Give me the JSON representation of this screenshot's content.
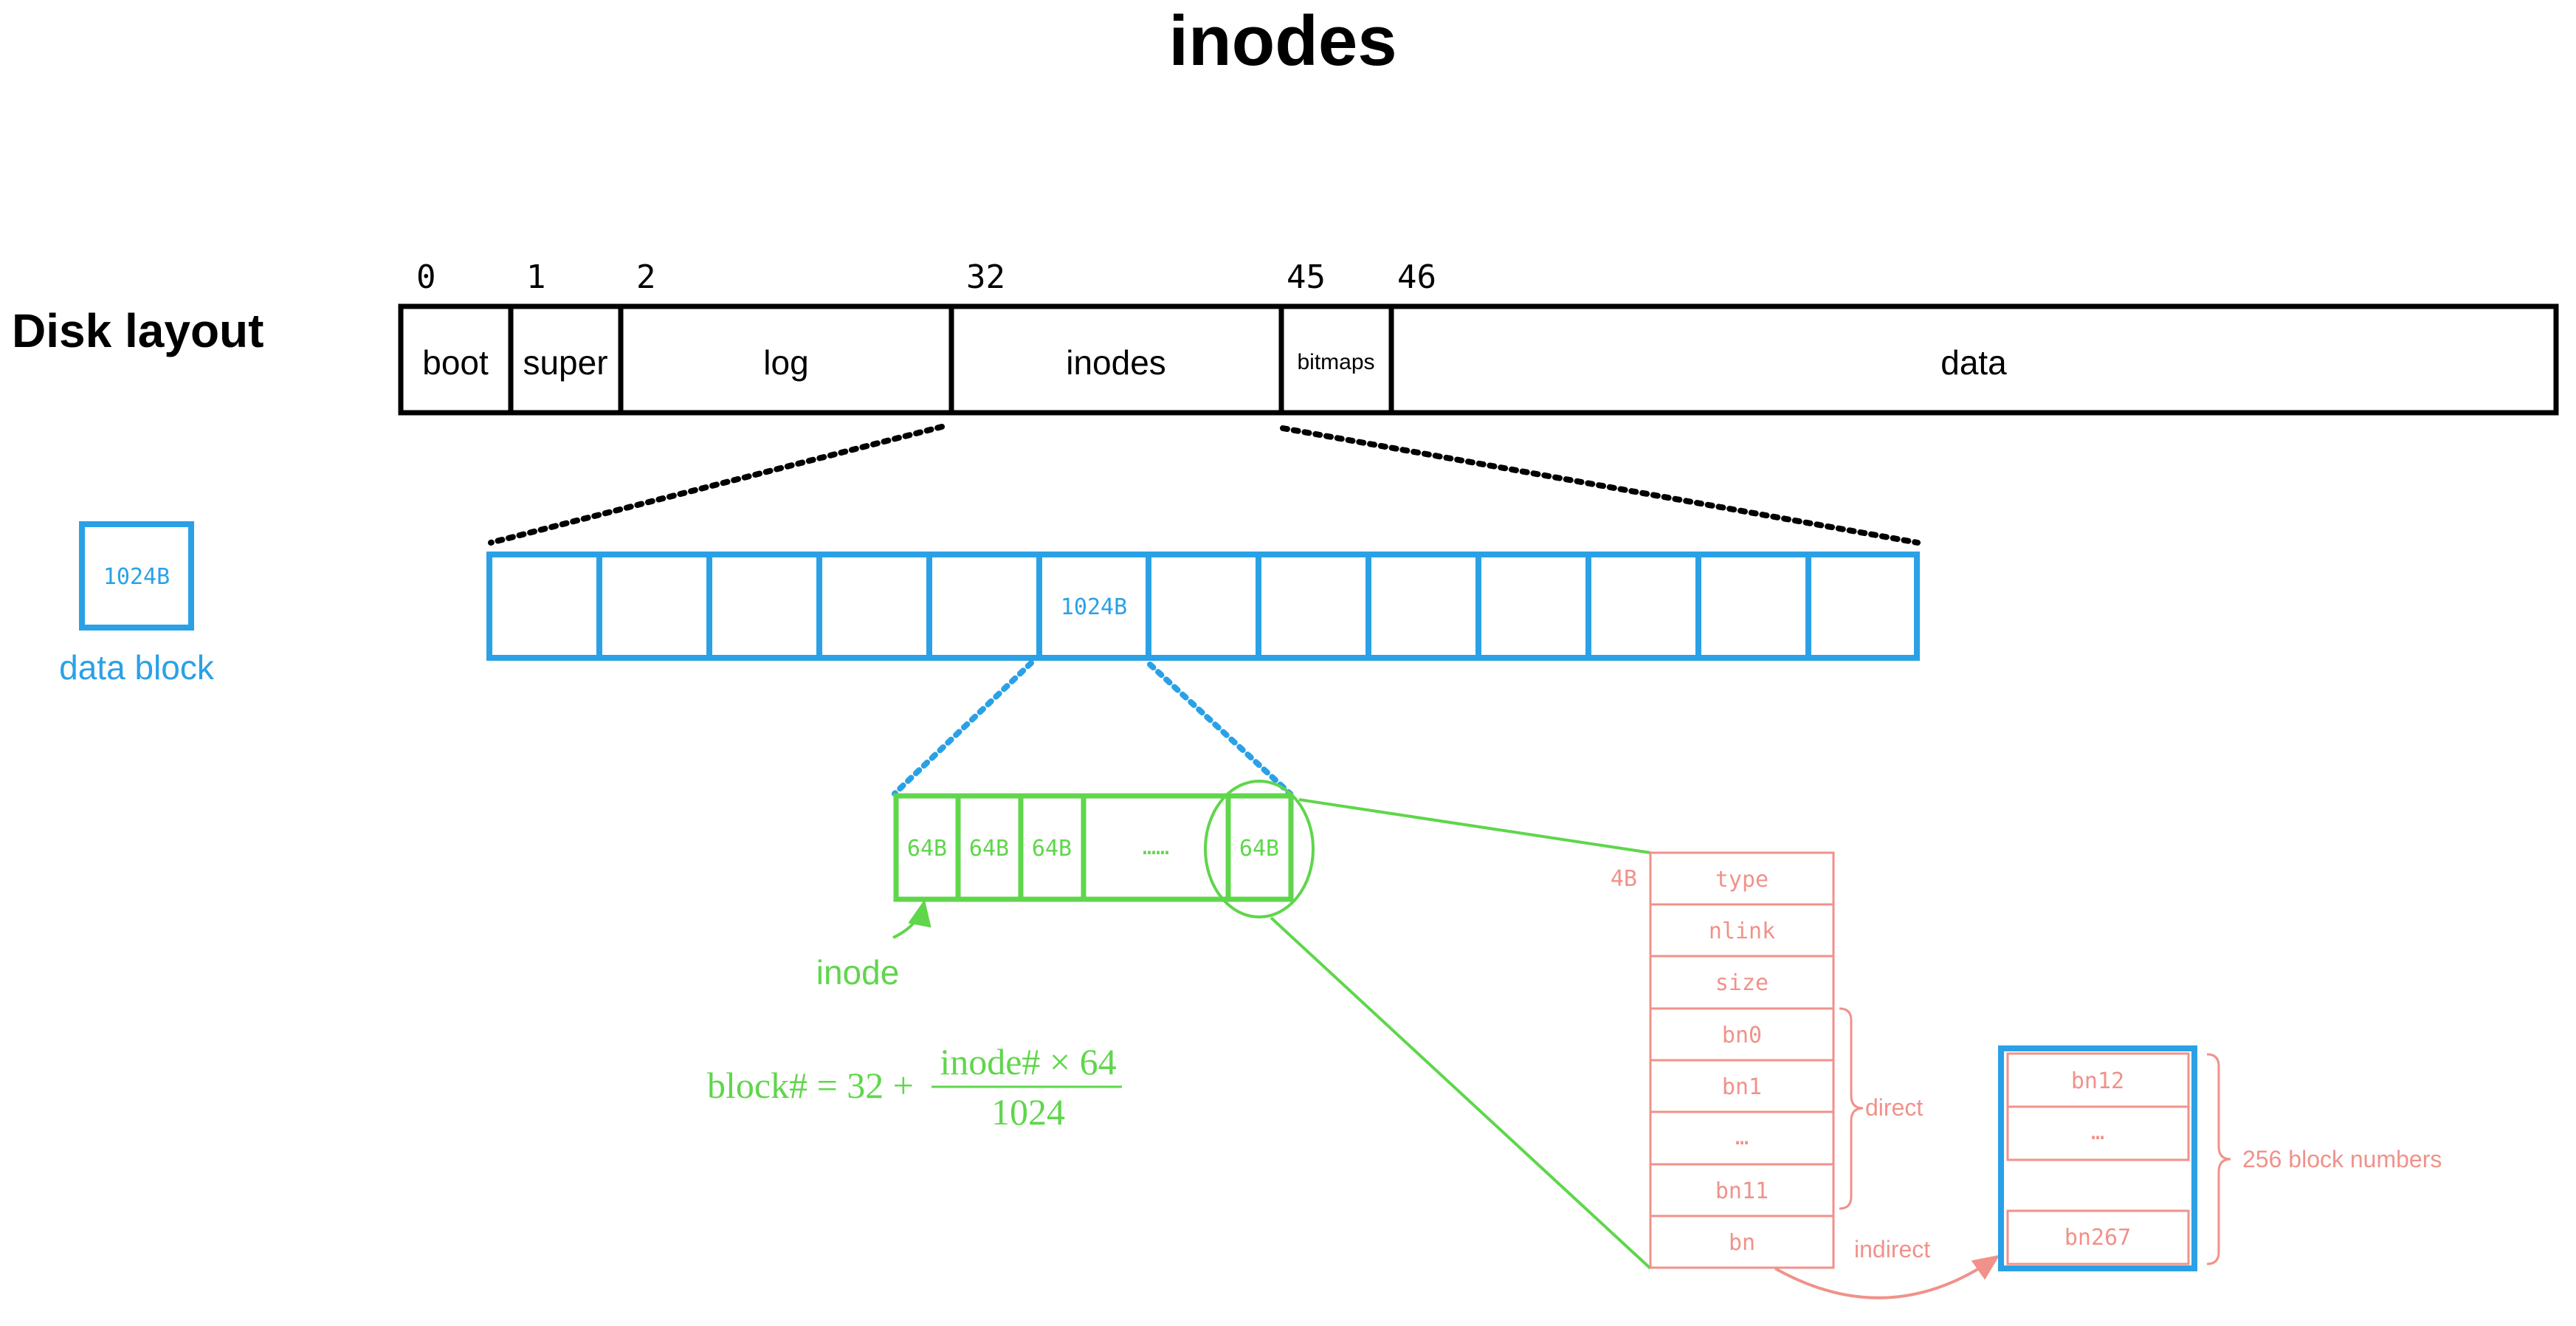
{
  "title": "inodes",
  "disk": {
    "label": "Disk layout",
    "segments": [
      {
        "label": "boot",
        "start": "0"
      },
      {
        "label": "super",
        "start": "1"
      },
      {
        "label": "log",
        "start": "2"
      },
      {
        "label": "inodes",
        "start": "32"
      },
      {
        "label": "bitmaps",
        "start": "45"
      },
      {
        "label": "data",
        "start": "46"
      }
    ]
  },
  "legend": {
    "box_label": "1024B",
    "caption": "data block"
  },
  "blocks": {
    "highlight_label": "1024B"
  },
  "inode_row": {
    "cells": [
      "64B",
      "64B",
      "64B",
      "……",
      "64B"
    ],
    "caption": "inode"
  },
  "formula": {
    "lhs": "block# = 32 +",
    "numerator": "inode# × 64",
    "denominator": "1024"
  },
  "inode_struct": {
    "size_label": "4B",
    "fields": [
      "type",
      "nlink",
      "size",
      "bn0",
      "bn1",
      "…",
      "bn11",
      "bn"
    ],
    "direct_label": "direct",
    "indirect_label": "indirect"
  },
  "indirect_block": {
    "entries": [
      "bn12",
      "…",
      "bn267"
    ],
    "brace_label": "256 block numbers"
  },
  "colors": {
    "black": "#000000",
    "blue": "#2aa1e6",
    "green": "#5fd64b",
    "red": "#f0928a"
  }
}
